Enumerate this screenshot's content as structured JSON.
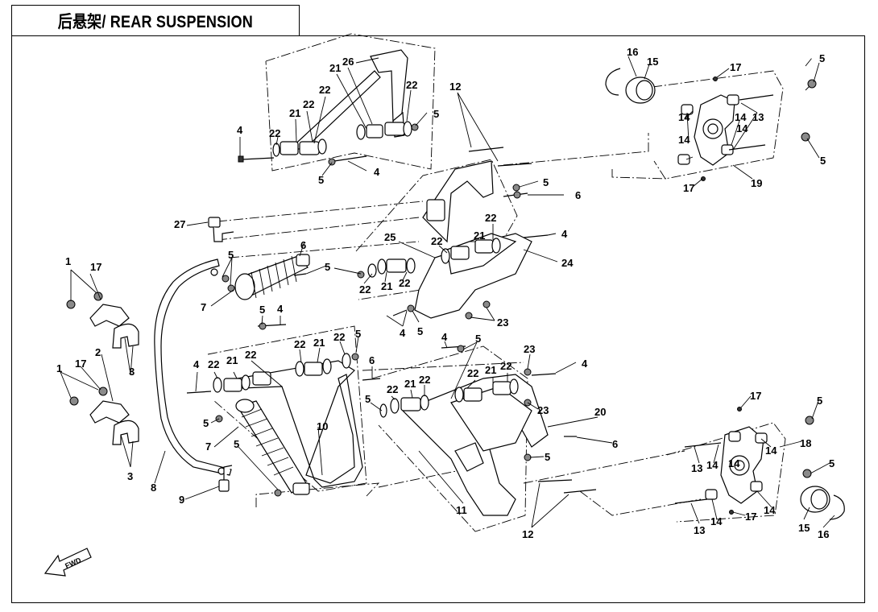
{
  "title": "后悬架/ REAR SUSPENSION",
  "direction_label": "FWD",
  "callouts": [
    "1",
    "2",
    "3",
    "4",
    "5",
    "6",
    "7",
    "8",
    "9",
    "10",
    "11",
    "12",
    "13",
    "14",
    "15",
    "16",
    "17",
    "18",
    "19",
    "20",
    "21",
    "22",
    "23",
    "24",
    "25",
    "26",
    "27"
  ]
}
